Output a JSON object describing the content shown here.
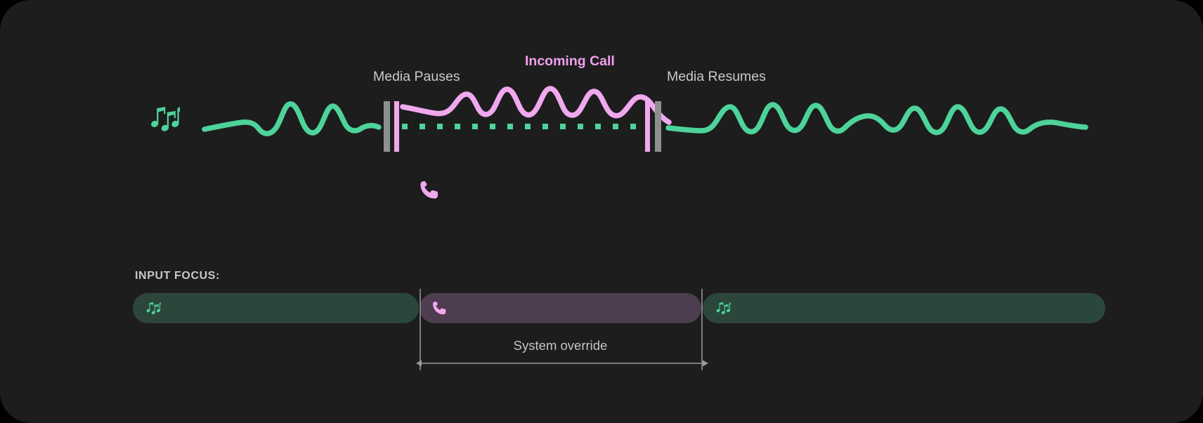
{
  "theme": {
    "page_background": "#000000",
    "card_background": "#1d1d1d",
    "media_accent": "#4ed39a",
    "call_accent": "#f0a8ee",
    "marker_grey": "#8f8f8f",
    "label_text": "#c9c9c9",
    "bar_media_fill": "#2b473b",
    "bar_call_fill": "#4e3c51",
    "divider": "#7d7d7d"
  },
  "timeline": {
    "labels": {
      "media_pauses": "Media Pauses",
      "incoming_call": "Incoming Call",
      "media_resumes": "Media Resumes"
    },
    "icons": {
      "media_source": "music-notes-icon",
      "call_source": "phone-icon"
    },
    "segments": [
      {
        "name": "media-playing-before",
        "accent": "#4ed39a",
        "style": "waveform"
      },
      {
        "name": "call-active",
        "accent": "#f0a8ee",
        "style": "waveform"
      },
      {
        "name": "media-ducked",
        "accent": "#4ed39a",
        "style": "dotted-line"
      },
      {
        "name": "media-playing-after",
        "accent": "#4ed39a",
        "style": "waveform"
      }
    ],
    "markers": [
      {
        "name": "pause-marker-grey",
        "color": "#8f8f8f"
      },
      {
        "name": "pause-marker-pink",
        "color": "#f0a8ee"
      },
      {
        "name": "resume-marker-pink",
        "color": "#f0a8ee"
      },
      {
        "name": "resume-marker-grey",
        "color": "#8f8f8f"
      }
    ]
  },
  "input_focus": {
    "title": "INPUT FOCUS:",
    "bars": [
      {
        "name": "media-bar-before",
        "icon": "music-notes-icon",
        "fill": "#2b473b",
        "icon_color": "#4ed39a"
      },
      {
        "name": "call-bar",
        "icon": "phone-icon",
        "fill": "#4e3c51",
        "icon_color": "#f0a8ee"
      },
      {
        "name": "media-bar-after",
        "icon": "music-notes-icon",
        "fill": "#2b473b",
        "icon_color": "#4ed39a"
      }
    ],
    "override_label": "System override"
  }
}
